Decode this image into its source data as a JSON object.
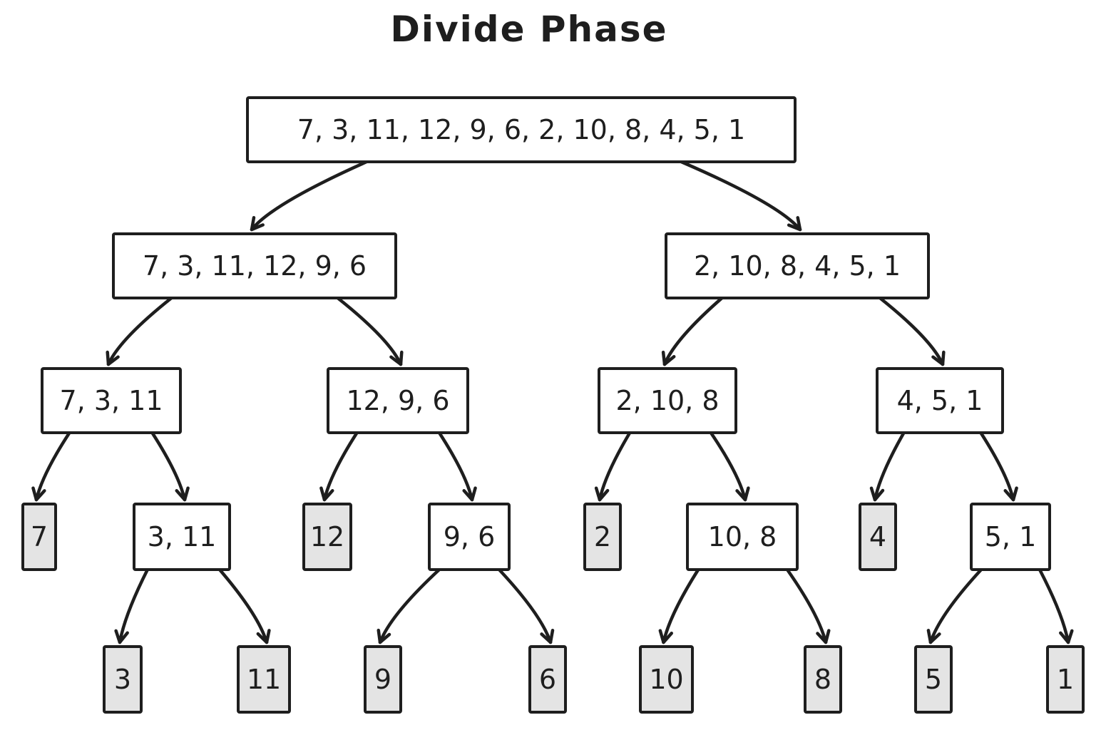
{
  "title": "Divide Phase",
  "colors": {
    "ink": "#1e1e1e",
    "node_fill": "#ffffff",
    "leaf_fill": "#e4e4e4",
    "background": "#ffffff"
  },
  "tree": {
    "nodes": [
      {
        "id": "root",
        "label": "7, 3, 11, 12, 9, 6, 2, 10, 8, 4, 5, 1",
        "shaded": false
      },
      {
        "id": "l2a",
        "label": "7, 3, 11, 12, 9, 6",
        "shaded": false
      },
      {
        "id": "l2b",
        "label": "2, 10, 8, 4, 5, 1",
        "shaded": false
      },
      {
        "id": "l3a",
        "label": "7, 3, 11",
        "shaded": false
      },
      {
        "id": "l3b",
        "label": "12, 9, 6",
        "shaded": false
      },
      {
        "id": "l3c",
        "label": "2, 10, 8",
        "shaded": false
      },
      {
        "id": "l3d",
        "label": "4, 5, 1",
        "shaded": false
      },
      {
        "id": "l4a",
        "label": "7",
        "shaded": true
      },
      {
        "id": "l4b",
        "label": "3, 11",
        "shaded": false
      },
      {
        "id": "l4c",
        "label": "12",
        "shaded": true
      },
      {
        "id": "l4d",
        "label": "9, 6",
        "shaded": false
      },
      {
        "id": "l4e",
        "label": "2",
        "shaded": true
      },
      {
        "id": "l4f",
        "label": "10, 8",
        "shaded": false
      },
      {
        "id": "l4g",
        "label": "4",
        "shaded": true
      },
      {
        "id": "l4h",
        "label": "5, 1",
        "shaded": false
      },
      {
        "id": "l5a",
        "label": "3",
        "shaded": true
      },
      {
        "id": "l5b",
        "label": "11",
        "shaded": true
      },
      {
        "id": "l5c",
        "label": "9",
        "shaded": true
      },
      {
        "id": "l5d",
        "label": "6",
        "shaded": true
      },
      {
        "id": "l5e",
        "label": "10",
        "shaded": true
      },
      {
        "id": "l5f",
        "label": "8",
        "shaded": true
      },
      {
        "id": "l5g",
        "label": "5",
        "shaded": true
      },
      {
        "id": "l5h",
        "label": "1",
        "shaded": true
      }
    ],
    "edges": [
      {
        "from": "root",
        "to": "l2a"
      },
      {
        "from": "root",
        "to": "l2b"
      },
      {
        "from": "l2a",
        "to": "l3a"
      },
      {
        "from": "l2a",
        "to": "l3b"
      },
      {
        "from": "l2b",
        "to": "l3c"
      },
      {
        "from": "l2b",
        "to": "l3d"
      },
      {
        "from": "l3a",
        "to": "l4a"
      },
      {
        "from": "l3a",
        "to": "l4b"
      },
      {
        "from": "l3b",
        "to": "l4c"
      },
      {
        "from": "l3b",
        "to": "l4d"
      },
      {
        "from": "l3c",
        "to": "l4e"
      },
      {
        "from": "l3c",
        "to": "l4f"
      },
      {
        "from": "l3d",
        "to": "l4g"
      },
      {
        "from": "l3d",
        "to": "l4h"
      },
      {
        "from": "l4b",
        "to": "l5a"
      },
      {
        "from": "l4b",
        "to": "l5b"
      },
      {
        "from": "l4d",
        "to": "l5c"
      },
      {
        "from": "l4d",
        "to": "l5d"
      },
      {
        "from": "l4f",
        "to": "l5e"
      },
      {
        "from": "l4f",
        "to": "l5f"
      },
      {
        "from": "l4h",
        "to": "l5g"
      },
      {
        "from": "l4h",
        "to": "l5h"
      }
    ]
  }
}
